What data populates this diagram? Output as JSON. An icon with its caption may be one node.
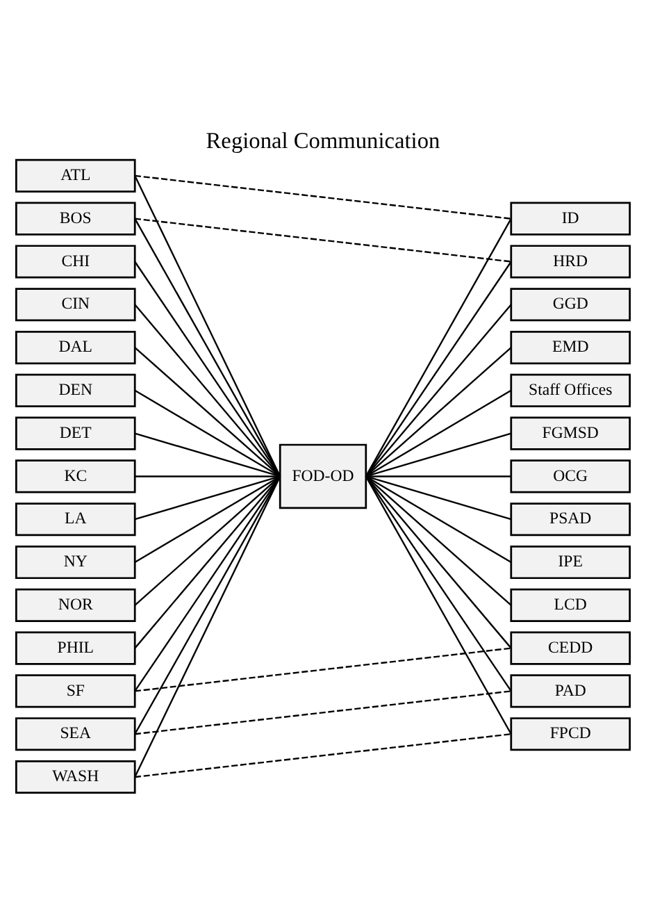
{
  "diagram": {
    "title": "Regional Communication",
    "nodes": [
      {
        "text": [
          "ATL"
        ]
      },
      {
        "text": [
          "BOS"
        ]
      },
      {
        "text": [
          "CHI"
        ]
      },
      {
        "text": [
          "CIN"
        ]
      },
      {
        "text": [
          "DAL"
        ]
      },
      {
        "text": [
          "DEN"
        ]
      },
      {
        "text": [
          "DET"
        ]
      },
      {
        "text": [
          "KC"
        ]
      },
      {
        "text": [
          "LA"
        ]
      },
      {
        "text": [
          "NY"
        ]
      },
      {
        "text": [
          "NOR"
        ]
      },
      {
        "text": [
          "PHIL"
        ]
      },
      {
        "text": [
          "SF"
        ]
      },
      {
        "text": [
          "SEA"
        ]
      },
      {
        "text": [
          "WASH"
        ]
      },
      {
        "text": [
          "FOD-OD"
        ]
      },
      {
        "text": [
          "ID"
        ]
      },
      {
        "text": [
          "HRD"
        ]
      },
      {
        "text": [
          "GGD"
        ]
      },
      {
        "text": [
          "EMD"
        ]
      },
      {
        "text": [
          "Staff Offices"
        ]
      },
      {
        "text": [
          "FGMSD"
        ]
      },
      {
        "text": [
          "OCG"
        ]
      },
      {
        "text": [
          "PSAD"
        ]
      },
      {
        "text": [
          "IPE"
        ]
      },
      {
        "text": [
          "LCD"
        ]
      },
      {
        "text": [
          "CEDD"
        ]
      },
      {
        "text": [
          "PAD"
        ]
      },
      {
        "text": [
          "FPCD"
        ]
      }
    ],
    "edges": [
      {
        "from": 0,
        "to": 15,
        "arrow": "none"
      },
      {
        "from": 1,
        "to": 15,
        "arrow": "none"
      },
      {
        "from": 2,
        "to": 15,
        "arrow": "none"
      },
      {
        "from": 3,
        "to": 15,
        "arrow": "none"
      },
      {
        "from": 4,
        "to": 15,
        "arrow": "none"
      },
      {
        "from": 5,
        "to": 15,
        "arrow": "none"
      },
      {
        "from": 6,
        "to": 15,
        "arrow": "none"
      },
      {
        "from": 7,
        "to": 15,
        "arrow": "none"
      },
      {
        "from": 8,
        "to": 15,
        "arrow": "none"
      },
      {
        "from": 9,
        "to": 15,
        "arrow": "none"
      },
      {
        "from": 10,
        "to": 15,
        "arrow": "none"
      },
      {
        "from": 11,
        "to": 15,
        "arrow": "none"
      },
      {
        "from": 12,
        "to": 15,
        "arrow": "none"
      },
      {
        "from": 13,
        "to": 15,
        "arrow": "none"
      },
      {
        "from": 14,
        "to": 15,
        "arrow": "none"
      },
      {
        "from": 15,
        "to": 16,
        "arrow": "none"
      },
      {
        "from": 15,
        "to": 17,
        "arrow": "none"
      },
      {
        "from": 15,
        "to": 18,
        "arrow": "none"
      },
      {
        "from": 15,
        "to": 19,
        "arrow": "none"
      },
      {
        "from": 15,
        "to": 20,
        "arrow": "none"
      },
      {
        "from": 15,
        "to": 21,
        "arrow": "none"
      },
      {
        "from": 15,
        "to": 22,
        "arrow": "none"
      },
      {
        "from": 15,
        "to": 23,
        "arrow": "none"
      },
      {
        "from": 15,
        "to": 24,
        "arrow": "none"
      },
      {
        "from": 15,
        "to": 25,
        "arrow": "none"
      },
      {
        "from": 15,
        "to": 26,
        "arrow": "none"
      },
      {
        "from": 15,
        "to": 27,
        "arrow": "none"
      },
      {
        "from": 15,
        "to": 28,
        "arrow": "none"
      },
      {
        "from": 0,
        "to": 16,
        "arrow": "none",
        "style": "dashed"
      },
      {
        "from": 1,
        "to": 17,
        "arrow": "none",
        "style": "dashed"
      },
      {
        "from": 12,
        "to": 26,
        "arrow": "none",
        "style": "dashed"
      },
      {
        "from": 13,
        "to": 27,
        "arrow": "none",
        "style": "dashed"
      },
      {
        "from": 14,
        "to": 28,
        "arrow": "none",
        "style": "dashed"
      }
    ]
  }
}
